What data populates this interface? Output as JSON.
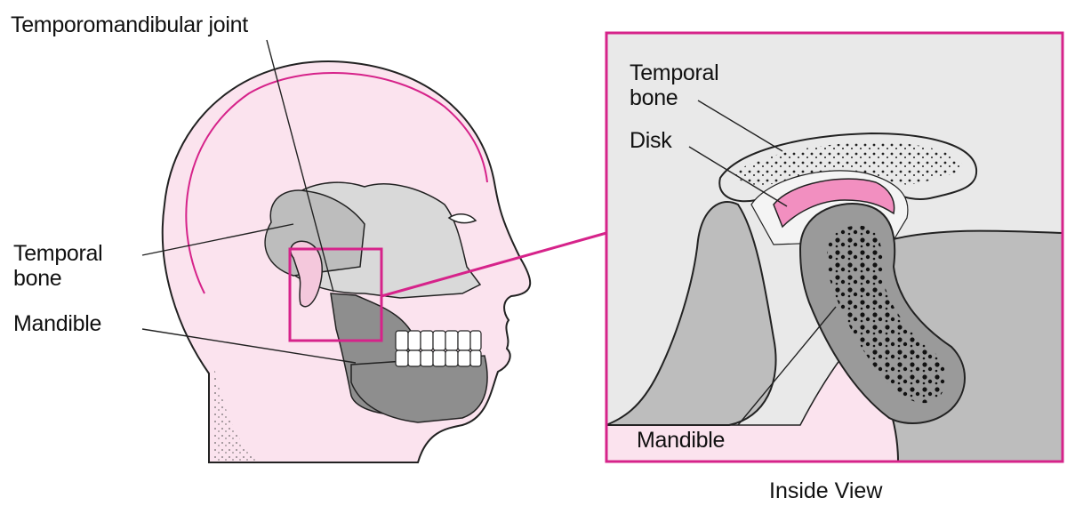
{
  "labels": {
    "temporomandibular_joint": "Temporomandibular joint",
    "temporal_bone_left_line1": "Temporal",
    "temporal_bone_left_line2": "bone",
    "mandible_left": "Mandible",
    "temporal_bone_inset_line1": "Temporal",
    "temporal_bone_inset_line2": "bone",
    "disk": "Disk",
    "mandible_inset": "Mandible",
    "inside_view": "Inside View"
  },
  "colors": {
    "accent_magenta": "#d6238a",
    "skin_pink": "#fbe3ee",
    "disk_pink": "#f28fc0",
    "bone_gray": "#b5b5b5",
    "bone_light": "#d9d9d9",
    "inset_bg": "#e9e9e9",
    "line": "#222222"
  }
}
